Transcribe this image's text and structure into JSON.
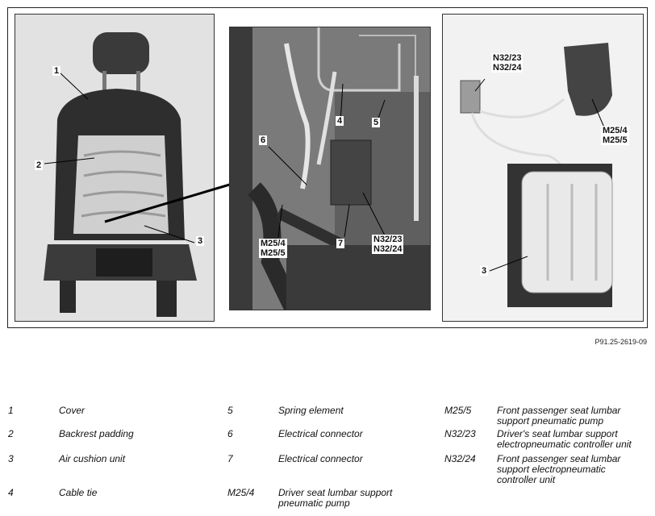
{
  "figure": {
    "code": "P91.25-2619-09",
    "panel1_callouts": [
      "1",
      "2",
      "3"
    ],
    "panel2_callouts": [
      "4",
      "5",
      "6",
      "M25/4\nM25/5",
      "7",
      "N32/23\nN32/24"
    ],
    "panel3_callouts": [
      "N32/23\nN32/24",
      "M25/4\nM25/5",
      "3"
    ]
  },
  "legend": {
    "col1": [
      {
        "key": "1",
        "text": "Cover"
      },
      {
        "key": "2",
        "text": "Backrest padding"
      },
      {
        "key": "3",
        "text": "Air cushion unit"
      },
      {
        "key": "4",
        "text": "Cable tie"
      }
    ],
    "col2": [
      {
        "key": "5",
        "text": "Spring element"
      },
      {
        "key": "6",
        "text": "Electrical connector"
      },
      {
        "key": "7",
        "text": "Electrical connector"
      },
      {
        "key": "M25/4",
        "text": "Driver seat lumbar support\npneumatic pump"
      }
    ],
    "col3": [
      {
        "key": "M25/5",
        "text": "Front passenger seat lumbar\nsupport pneumatic pump"
      },
      {
        "key": "N32/23",
        "text": "Driver's seat lumbar support\nelectropneumatic controller unit"
      },
      {
        "key": "N32/24",
        "text": "Front passenger seat lumbar\nsupport electropneumatic\ncontroller unit"
      }
    ]
  }
}
